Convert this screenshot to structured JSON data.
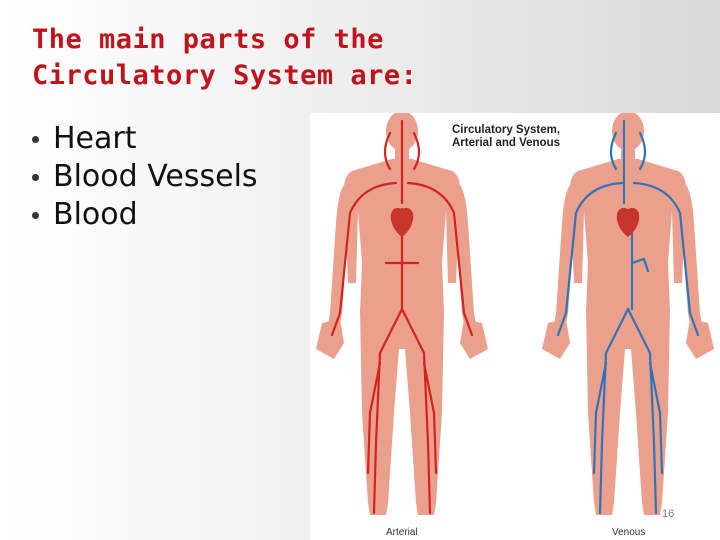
{
  "slide": {
    "title_line1": "The main parts of the",
    "title_line2": "Circulatory System are:",
    "bullets": [
      "Heart",
      "Blood Vessels",
      "Blood"
    ],
    "page_number": "16"
  },
  "figure": {
    "title_line1": "Circulatory System,",
    "title_line2": "Arterial and Venous",
    "label_left": "Arterial",
    "label_right": "Venous"
  },
  "colors": {
    "title": "#c0141c",
    "skin": "#eba08e",
    "artery": "#d3231f",
    "vein": "#2f74b7",
    "heart": "#c8352d"
  }
}
